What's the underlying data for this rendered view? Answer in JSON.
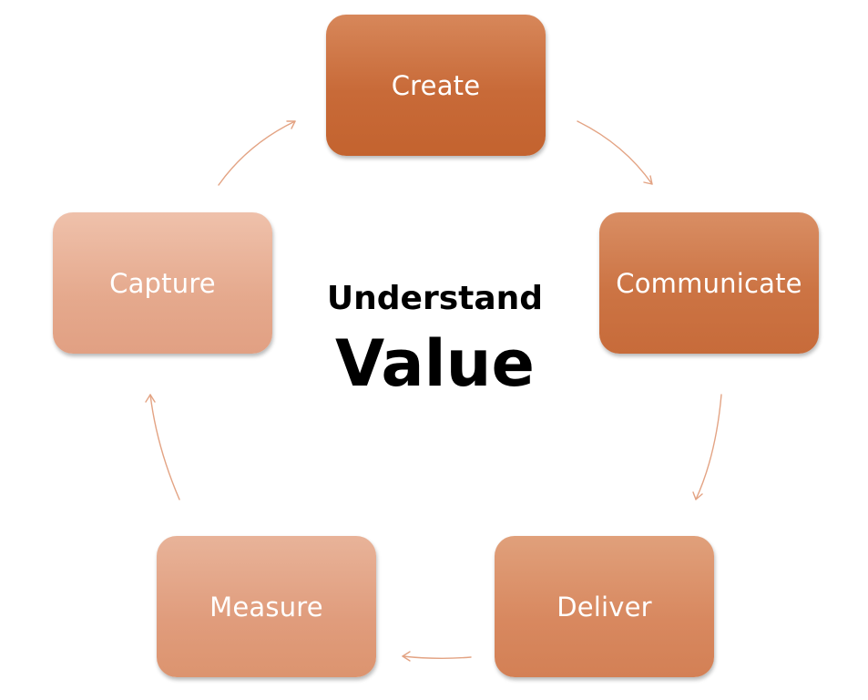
{
  "center": {
    "line1": "Understand",
    "line2": "Value"
  },
  "cycle": {
    "steps": [
      {
        "label": "Create",
        "color": "#c86a38"
      },
      {
        "label": "Communicate",
        "color": "#cc7444"
      },
      {
        "label": "Deliver",
        "color": "#d8885f"
      },
      {
        "label": "Measure",
        "color": "#e09c7c"
      },
      {
        "label": "Capture",
        "color": "#e5a98d"
      }
    ],
    "arrow_color": "#e3a383",
    "text_color": "#ffffff"
  }
}
